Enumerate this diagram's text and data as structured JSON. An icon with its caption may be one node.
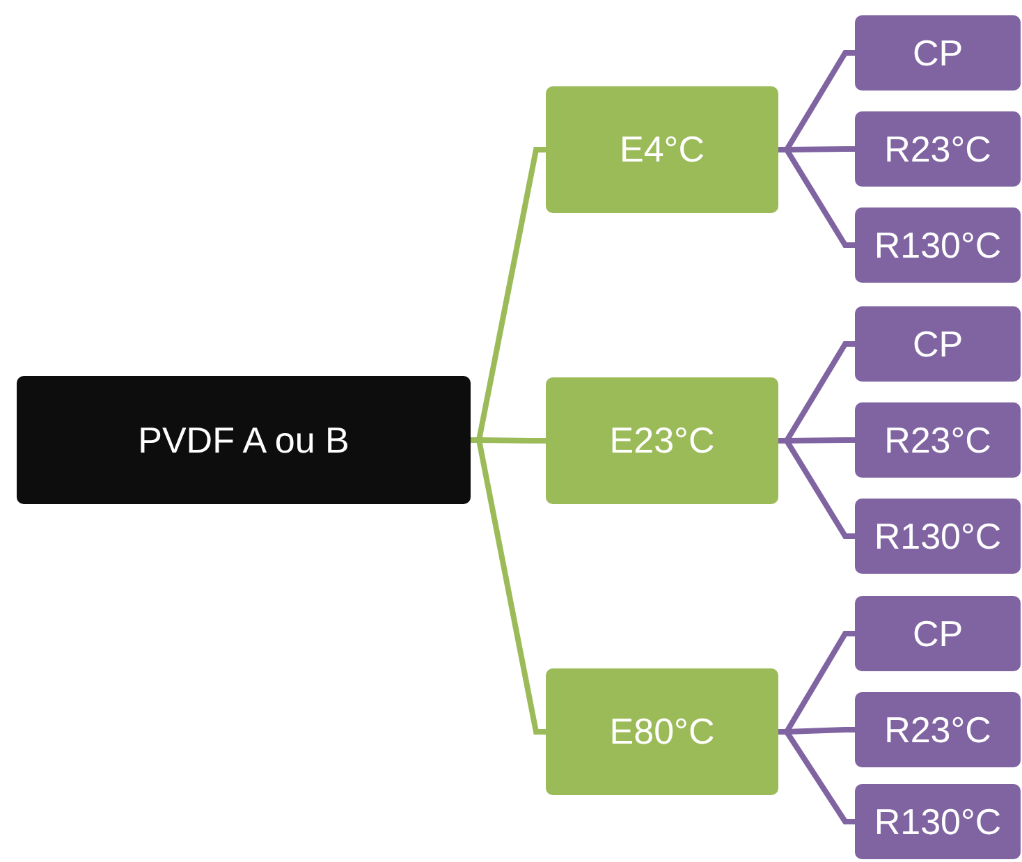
{
  "diagram": {
    "nodes": [
      {
        "text": [
          "PVDF A ou B"
        ]
      },
      {
        "text": [
          "E4°C"
        ]
      },
      {
        "text": [
          "CP"
        ]
      },
      {
        "text": [
          "R23°C"
        ]
      },
      {
        "text": [
          "R130°C"
        ]
      },
      {
        "text": [
          "E23°C"
        ]
      },
      {
        "text": [
          "CP"
        ]
      },
      {
        "text": [
          "R23°C"
        ]
      },
      {
        "text": [
          "R130°C"
        ]
      },
      {
        "text": [
          "E80°C"
        ]
      },
      {
        "text": [
          "CP"
        ]
      },
      {
        "text": [
          "R23°C"
        ]
      },
      {
        "text": [
          "R130°C"
        ]
      }
    ],
    "edges": [
      {
        "from": 0,
        "to": 1,
        "arrow": "none",
        "color": "#9bbb59"
      },
      {
        "from": 0,
        "to": 5,
        "arrow": "none",
        "color": "#9bbb59"
      },
      {
        "from": 0,
        "to": 9,
        "arrow": "none",
        "color": "#9bbb59"
      },
      {
        "from": 1,
        "to": 2,
        "arrow": "none"
      },
      {
        "from": 1,
        "to": 3,
        "arrow": "none"
      },
      {
        "from": 1,
        "to": 4,
        "arrow": "none"
      },
      {
        "from": 5,
        "to": 6,
        "arrow": "none"
      },
      {
        "from": 5,
        "to": 7,
        "arrow": "none"
      },
      {
        "from": 5,
        "to": 8,
        "arrow": "none"
      },
      {
        "from": 9,
        "to": 10,
        "arrow": "none"
      },
      {
        "from": 9,
        "to": 11,
        "arrow": "none"
      },
      {
        "from": 9,
        "to": 12,
        "arrow": "none"
      }
    ]
  }
}
